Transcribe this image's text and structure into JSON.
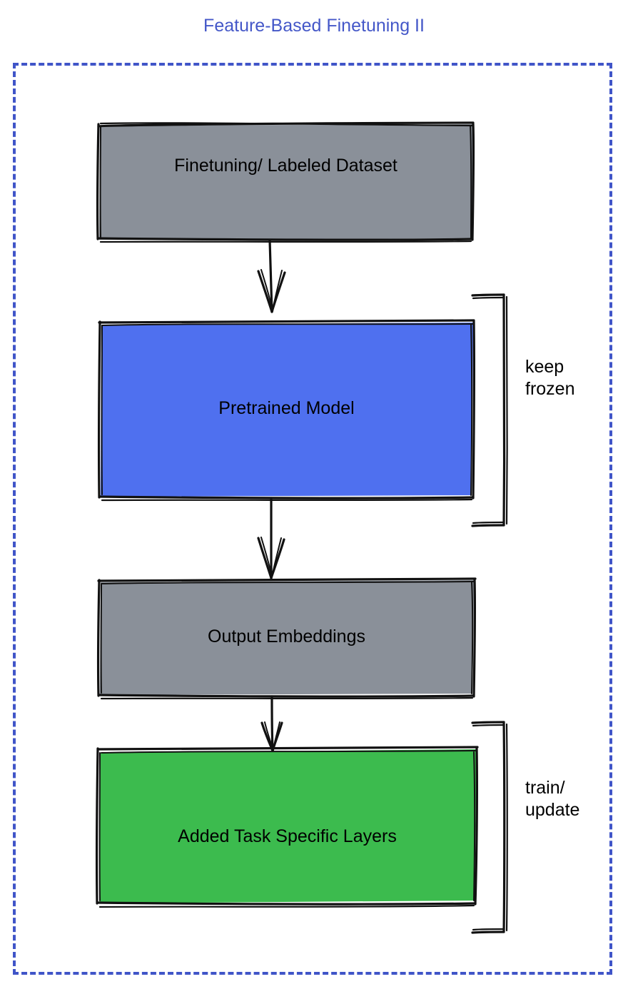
{
  "title": "Feature-Based Finetuning II",
  "colors": {
    "title": "#4457c8",
    "frame_border": "#4055c8",
    "gray_fill": "#8a9099",
    "blue_fill": "#4f70ef",
    "green_fill": "#3cbb4e",
    "stroke": "#111111"
  },
  "nodes": [
    {
      "id": "finetuning-dataset",
      "label": "Finetuning/ Labeled Dataset",
      "fill": "#8a9099"
    },
    {
      "id": "pretrained-model",
      "label": "Pretrained Model",
      "fill": "#4f70ef"
    },
    {
      "id": "output-embeddings",
      "label": "Output Embeddings",
      "fill": "#8a9099"
    },
    {
      "id": "task-specific-layers",
      "label": "Added Task Specific Layers",
      "fill": "#3cbb4e"
    }
  ],
  "brackets": [
    {
      "id": "keep-frozen",
      "label": "keep\nfrozen",
      "targets": "pretrained-model"
    },
    {
      "id": "train-update",
      "label": "train/\nupdate",
      "targets": "task-specific-layers"
    }
  ],
  "arrows": [
    {
      "from": "finetuning-dataset",
      "to": "pretrained-model"
    },
    {
      "from": "pretrained-model",
      "to": "output-embeddings"
    },
    {
      "from": "output-embeddings",
      "to": "task-specific-layers"
    }
  ]
}
